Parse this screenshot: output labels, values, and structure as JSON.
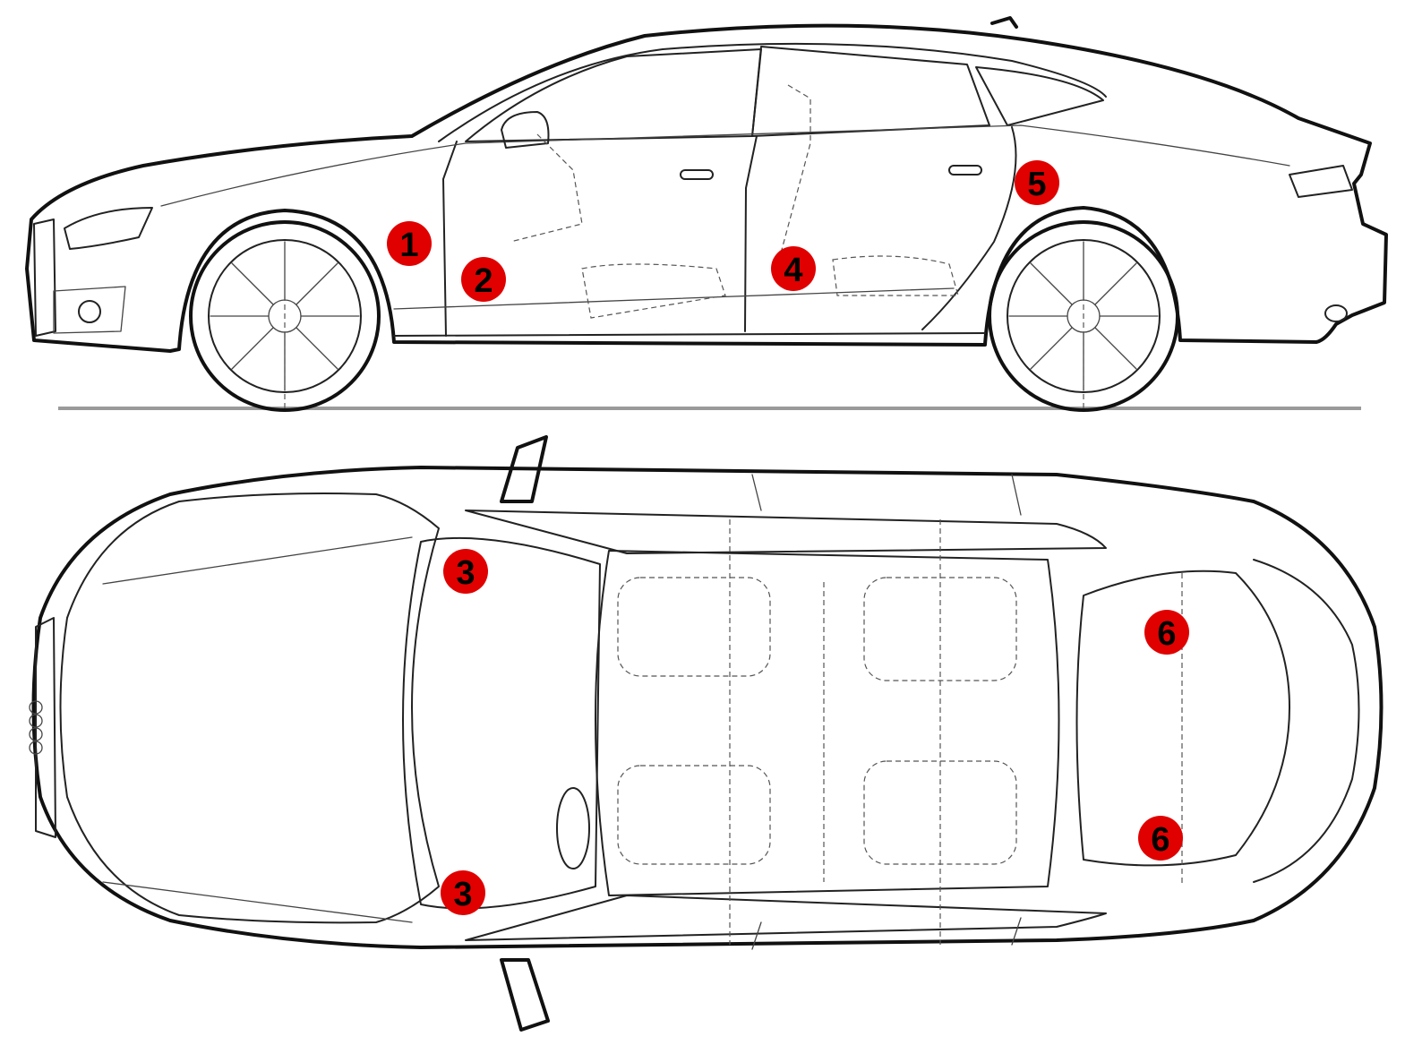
{
  "diagram": {
    "views": [
      "side-view",
      "top-view"
    ],
    "marker_color": "#e00000",
    "marker_text_color": "#000000",
    "markers": [
      {
        "id": "side-1",
        "view": "side-view",
        "label": "1"
      },
      {
        "id": "side-2",
        "view": "side-view",
        "label": "2"
      },
      {
        "id": "side-4",
        "view": "side-view",
        "label": "4"
      },
      {
        "id": "side-5",
        "view": "side-view",
        "label": "5"
      },
      {
        "id": "top-3a",
        "view": "top-view",
        "label": "3"
      },
      {
        "id": "top-3b",
        "view": "top-view",
        "label": "3"
      },
      {
        "id": "top-6a",
        "view": "top-view",
        "label": "6"
      },
      {
        "id": "top-6b",
        "view": "top-view",
        "label": "6"
      }
    ]
  }
}
